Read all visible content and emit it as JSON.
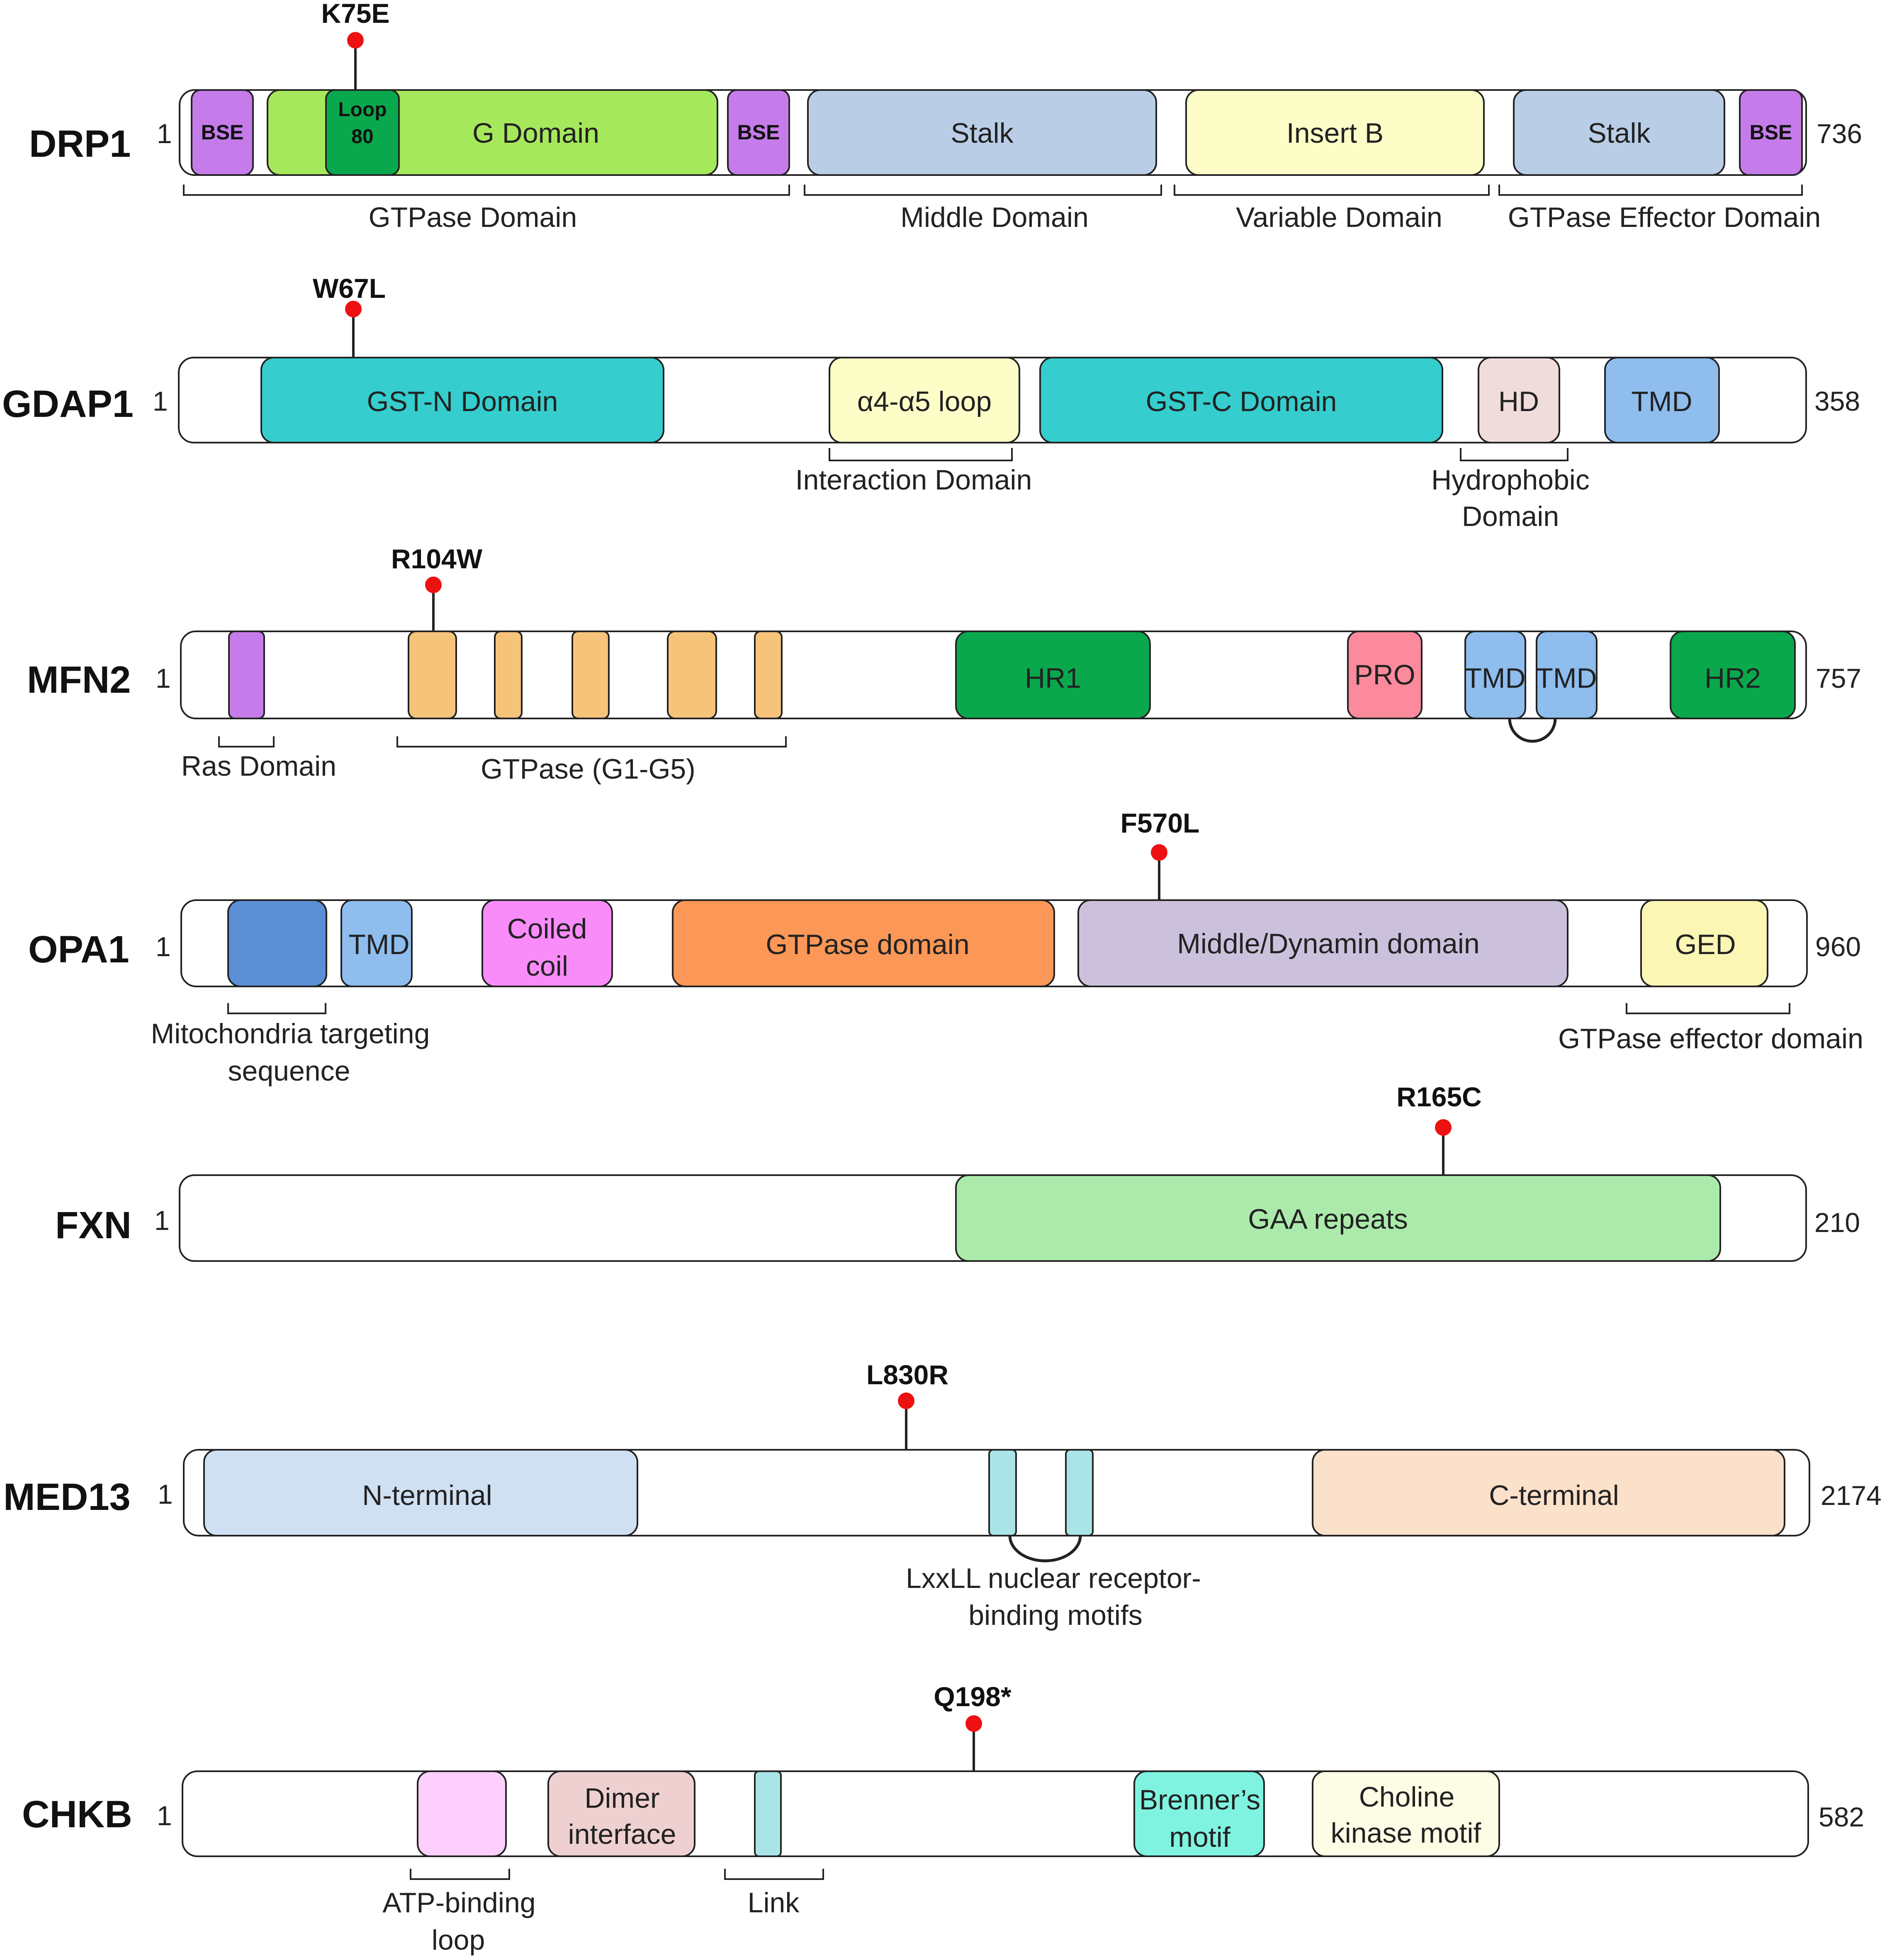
{
  "colors": {
    "bse": "#c57cea",
    "g_domain": "#a6e85c",
    "loop80": "#0aa84d",
    "stalk": "#b9cde6",
    "insert_b": "#fdfdc8",
    "gst": "#35cdcd",
    "alpha_loop": "#fdfdc8",
    "hd": "#f1dcdc",
    "tmd": "#8ebdee",
    "gtpase_small": "#f5c37a",
    "hr": "#0aa84d",
    "pro": "#fb8a9c",
    "mts": "#5a8fd6",
    "coiled_coil": "#fa8cfa",
    "gtpase_opa": "#fb9757",
    "middle_dynamin": "#ccc1dd",
    "ged": "#fbf6b4",
    "gaa": "#abeaab",
    "n_terminal": "#d0e0f3",
    "c_terminal": "#fbe0ca",
    "lxxll": "#a9e4e6",
    "atp_loop": "#fccffc",
    "dimer": "#efd0d0",
    "link": "#a9e4e6",
    "brenner": "#7ff3e0",
    "choline": "#fdfde6",
    "mutation": "#ee1111"
  },
  "proteins": [
    {
      "key": "drp1",
      "name": "DRP1",
      "start": "1",
      "end": "736",
      "mutation": "K75E",
      "domains": {
        "bse1": "BSE",
        "loop80_line1": "Loop",
        "loop80_line2": "80",
        "g_domain": "G Domain",
        "bse2": "BSE",
        "stalk1": "Stalk",
        "insert_b": "Insert B",
        "stalk2": "Stalk",
        "bse3": "BSE"
      },
      "brackets": {
        "gtpase": "GTPase Domain",
        "middle": "Middle Domain",
        "variable": "Variable Domain",
        "effector": "GTPase Effector Domain"
      }
    },
    {
      "key": "gdap1",
      "name": "GDAP1",
      "start": "1",
      "end": "358",
      "mutation": "W67L",
      "domains": {
        "gst_n": "GST-N Domain",
        "alpha_loop": "α4-α5 loop",
        "gst_c": "GST-C Domain",
        "hd": "HD",
        "tmd": "TMD"
      },
      "brackets": {
        "interaction": "Interaction Domain",
        "hydrophobic_line1": "Hydrophobic",
        "hydrophobic_line2": "Domain"
      }
    },
    {
      "key": "mfn2",
      "name": "MFN2",
      "start": "1",
      "end": "757",
      "mutation": "R104W",
      "domains": {
        "hr1": "HR1",
        "pro": "PRO",
        "tmd1": "TMD",
        "tmd2": "TMD",
        "hr2": "HR2"
      },
      "brackets": {
        "ras": "Ras Domain",
        "gtpase": "GTPase (G1-G5)"
      }
    },
    {
      "key": "opa1",
      "name": "OPA1",
      "start": "1",
      "end": "960",
      "mutation": "F570L",
      "domains": {
        "tmd": "TMD",
        "coiled_line1": "Coiled",
        "coiled_line2": "coil",
        "gtpase": "GTPase domain",
        "middle": "Middle/Dynamin domain",
        "ged": "GED"
      },
      "brackets": {
        "mts_line1": "Mitochondria targeting",
        "mts_line2": "sequence",
        "effector": "GTPase effector domain"
      }
    },
    {
      "key": "fxn",
      "name": "FXN",
      "start": "1",
      "end": "210",
      "mutation": "R165C",
      "domains": {
        "gaa": "GAA repeats"
      },
      "brackets": {}
    },
    {
      "key": "med13",
      "name": "MED13",
      "start": "1",
      "end": "2174",
      "mutation": "L830R",
      "domains": {
        "n_terminal": "N-terminal",
        "c_terminal": "C-terminal"
      },
      "brackets": {
        "lxxll_line1": "LxxLL nuclear receptor-",
        "lxxll_line2": "binding motifs"
      }
    },
    {
      "key": "chkb",
      "name": "CHKB",
      "start": "1",
      "end": "582",
      "mutation": "Q198*",
      "domains": {
        "dimer_line1": "Dimer",
        "dimer_line2": "interface",
        "brenner_line1": "Brenner’s",
        "brenner_line2": "motif",
        "choline_line1": "Choline",
        "choline_line2": "kinase motif"
      },
      "brackets": {
        "atp_line1": "ATP-binding",
        "atp_line2": "loop",
        "link": "Link"
      }
    }
  ]
}
